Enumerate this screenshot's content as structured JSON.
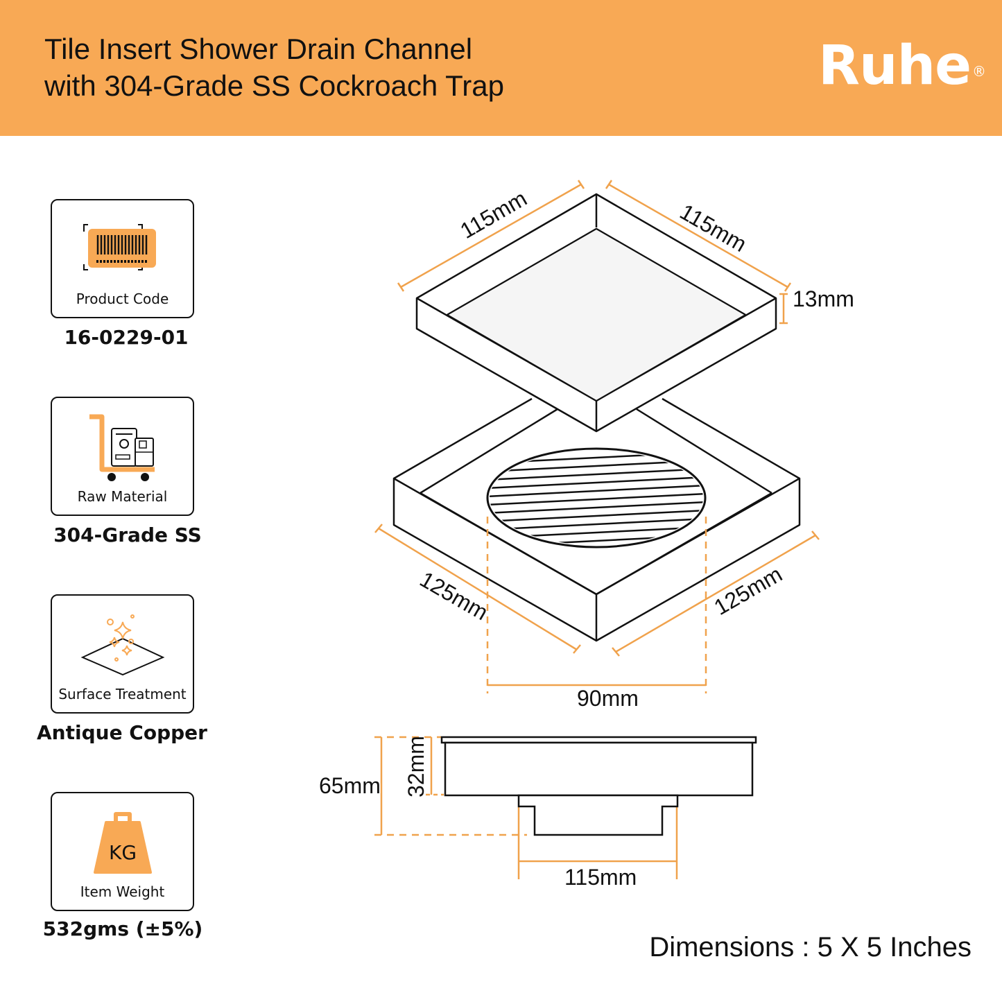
{
  "header": {
    "title_line1": "Tile Insert Shower Drain Channel",
    "title_line2": "with 304-Grade SS Cockroach Trap",
    "logo": "Ruhe",
    "logo_mark": "®"
  },
  "specs": [
    {
      "icon": "barcode-icon",
      "label": "Product Code",
      "value": "16-0229-01"
    },
    {
      "icon": "trolley-icon",
      "label": "Raw Material",
      "value": "304-Grade SS"
    },
    {
      "icon": "sparkle-icon",
      "label": "Surface Treatment",
      "value": "Antique Copper"
    },
    {
      "icon": "weight-icon",
      "label": "Item Weight",
      "value": "532gms (±5%)",
      "icon_text": "KG"
    }
  ],
  "diagram": {
    "top_left_width": "115mm",
    "top_right_width": "115mm",
    "top_height": "13mm",
    "base_left_width": "125mm",
    "base_right_width": "125mm",
    "grate_diameter": "90mm",
    "total_height": "65mm",
    "body_height": "32mm",
    "bottom_width": "115mm"
  },
  "dimensions_caption": "Dimensions : 5 X 5 Inches",
  "colors": {
    "accent": "#f8a955",
    "dimension_line": "#f0a24c",
    "outline": "#111111"
  }
}
